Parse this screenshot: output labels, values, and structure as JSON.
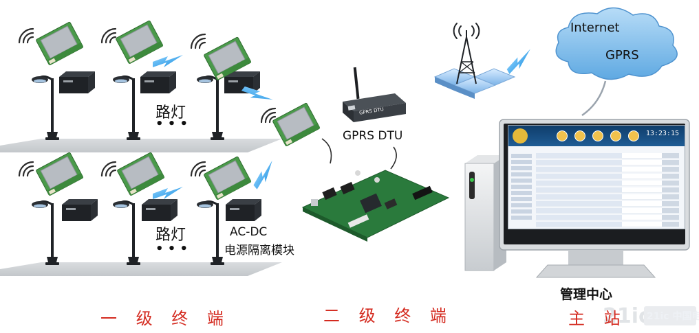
{
  "network": {
    "internet_label": "Internet",
    "gprs_label": "GPRS"
  },
  "device_labels": {
    "street_light_top": "路灯",
    "street_light_bottom": "路灯",
    "ellipsis_top": "• • •",
    "ellipsis_bottom": "• • •",
    "acdc_line1": "AC-DC",
    "acdc_line2": "电源隔离模块",
    "gprs_dtu": "GPRS DTU",
    "management_center": "管理中心"
  },
  "tiers": {
    "level_one_terminal": "一 级 终 端",
    "level_two_terminal": "二 级 终 端",
    "master_station": "主 站"
  },
  "dtu_face_text": "GPRS DTU",
  "monitor_clock": "13:23:15",
  "watermark": "21ic 中国电子网",
  "colors": {
    "tier_label": "#d42a1f",
    "signal": "#2fa3e6",
    "module_green": "#4a9a4a",
    "cloud": "#7fbce8",
    "pcb": "#2a7a3c"
  }
}
